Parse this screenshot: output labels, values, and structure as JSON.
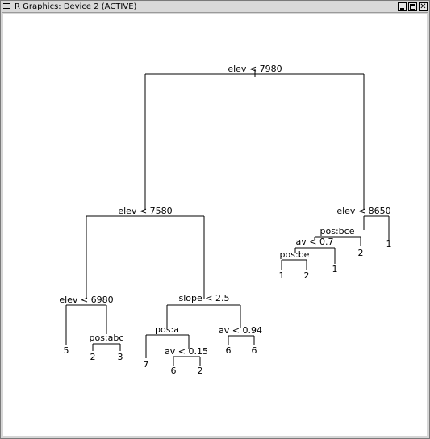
{
  "window": {
    "title": "R Graphics: Device 2 (ACTIVE)",
    "menu_icon": "window-menu-icon",
    "buttons": {
      "minimize_icon": "minimize-icon",
      "maximize_icon": "maximize-icon",
      "close_icon": "close-icon",
      "close_glyph": "✕"
    }
  },
  "tree": {
    "root_split": "elev < 7980",
    "left_split": "elev < 7580",
    "left_left_split": "elev < 6980",
    "leaf_5": "5",
    "pos_abc_split": "pos:abc",
    "leaf_2a": "2",
    "leaf_3": "3",
    "slope_split": "slope < 2.5",
    "pos_a_split": "pos:a",
    "leaf_7": "7",
    "av015_split": "av < 0.15",
    "leaf_6a": "6",
    "leaf_2b": "2",
    "av094_split": "av < 0.94",
    "leaf_6b": "6",
    "leaf_6c": "6",
    "right_split": "elev < 8650",
    "pos_bce_split": "pos:bce",
    "av07_split": "av < 0.7",
    "pos_be_split": "pos:be",
    "leaf_1a": "1",
    "leaf_2c": "2",
    "leaf_1b": "1",
    "leaf_2d": "2",
    "leaf_1c": "1"
  }
}
